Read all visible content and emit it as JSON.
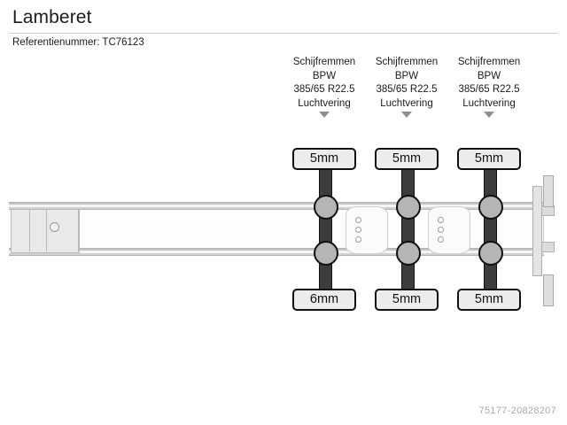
{
  "header": {
    "title": "Lamberet",
    "reference_label": "Referentienummer: TC76123"
  },
  "diagram": {
    "type": "trailer-axle-schematic",
    "view": "top-down",
    "axles": [
      {
        "index": 1,
        "brake_type": "Schijfremmen",
        "brand": "BPW",
        "tyre_size": "385/65 R22.5",
        "suspension": "Luchtvering",
        "left_tread_depth": "5mm",
        "right_tread_depth": "6mm"
      },
      {
        "index": 2,
        "brake_type": "Schijfremmen",
        "brand": "BPW",
        "tyre_size": "385/65 R22.5",
        "suspension": "Luchtvering",
        "left_tread_depth": "5mm",
        "right_tread_depth": "5mm"
      },
      {
        "index": 3,
        "brake_type": "Schijfremmen",
        "brand": "BPW",
        "tyre_size": "385/65 R22.5",
        "suspension": "Luchtvering",
        "left_tread_depth": "5mm",
        "right_tread_depth": "5mm"
      }
    ]
  },
  "watermark": {
    "text": "75177-20828207"
  },
  "colors": {
    "page_background": "#ffffff",
    "text": "#1b1b1b",
    "rule": "#c9c9c9",
    "box_border": "#111111",
    "box_fill": "#ececec",
    "axle_beam": "#3c3c3c",
    "hub_fill": "#b5b5b5",
    "arrow": "#8e8e8e",
    "watermark": "#a9a9a9"
  }
}
